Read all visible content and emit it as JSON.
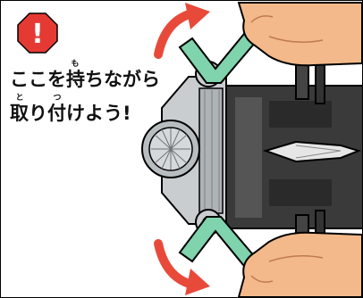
{
  "warning": {
    "glyph": "!",
    "color": "#e53a33",
    "icon": "warning-octagon-icon"
  },
  "instruction": {
    "line1_before": "ここを",
    "line1_kanji": "持",
    "line1_after": "ちながら",
    "line2_kanji1": "取",
    "line2_mid": "り",
    "line2_kanji2": "付",
    "line2_after": "けよう!",
    "ruby_mochi": "も",
    "ruby_to": "と",
    "ruby_tsu": "つ"
  },
  "colors": {
    "arrow": "#e84a3a",
    "hand": "#f3b98a",
    "clip": "#7fd3ad",
    "body": "#3a3a3a",
    "housing": "#c9cdd0"
  },
  "icons": [
    "warning-octagon-icon",
    "rotate-arrow-icon",
    "hand-icon",
    "toy-device-icon"
  ]
}
